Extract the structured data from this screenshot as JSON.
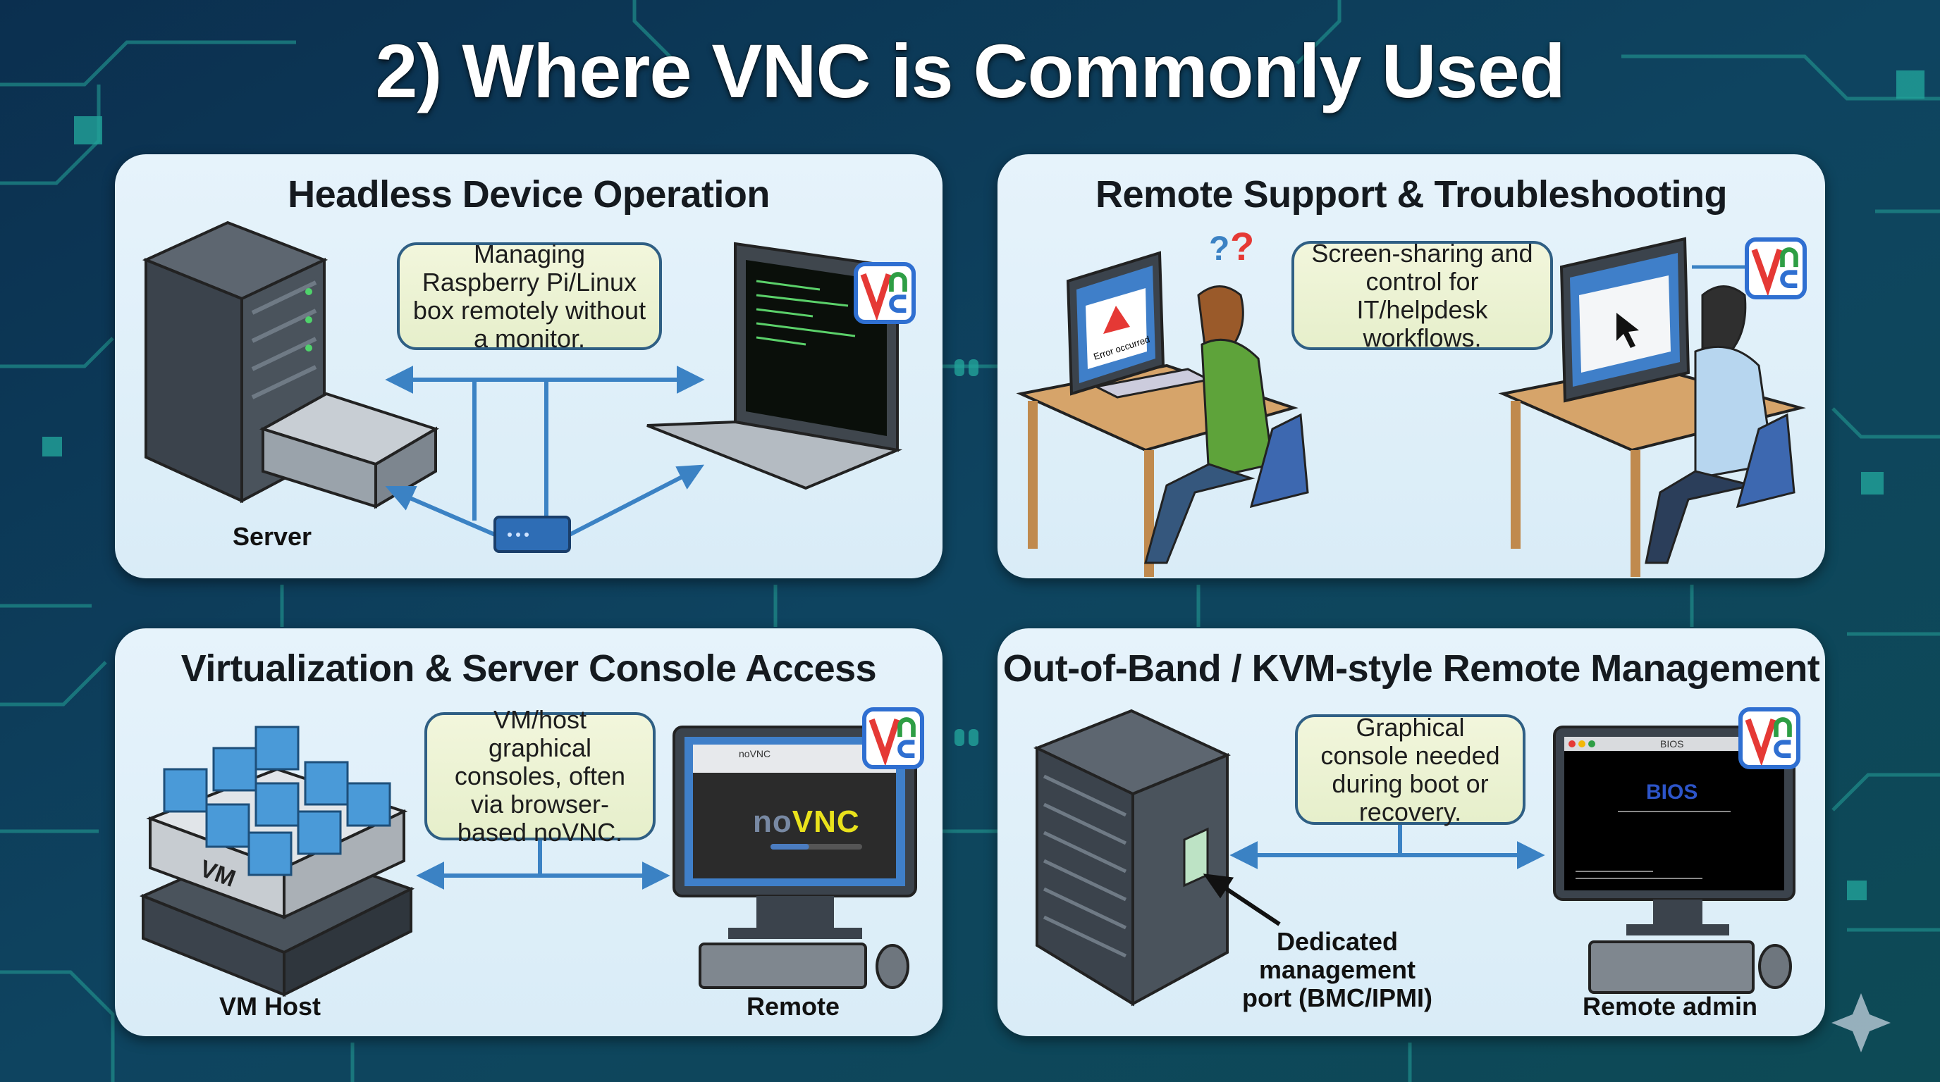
{
  "title": "2) Where VNC is Commonly Used",
  "panels": [
    {
      "title": "Headless Device Operation",
      "callout": "Managing Raspberry Pi/Linux box remotely without a monitor.",
      "labels": {
        "server": "Server"
      }
    },
    {
      "title": "Remote Support & Troubleshooting",
      "callout": "Screen-sharing and control for IT/helpdesk workflows.",
      "screen_text": "Error occurred"
    },
    {
      "title": "Virtualization & Server Console Access",
      "callout": "VM/host graphical consoles, often via browser-based noVNC.",
      "labels": {
        "vm_host": "VM Host",
        "remote": "Remote"
      },
      "vm_label": "VM",
      "browser_tab": "noVNC",
      "novnc_logo_no": "no",
      "novnc_logo_vnc": "VNC",
      "novnc_progress": 0.42
    },
    {
      "title": "Out-of-Band / KVM-style Remote Management",
      "callout": "Graphical console needed during boot or recovery.",
      "labels": {
        "port": "Dedicated management port (BMC/IPMI)",
        "remote_admin": "Remote admin"
      },
      "bios_window_title": "BIOS",
      "bios_heading": "BIOS"
    }
  ],
  "colors": {
    "accent": "#2f6fd1",
    "arrow": "#3b82c4",
    "callout_border": "#2f5f84",
    "vnc_red": "#e53935",
    "vnc_green": "#2e9e44"
  }
}
